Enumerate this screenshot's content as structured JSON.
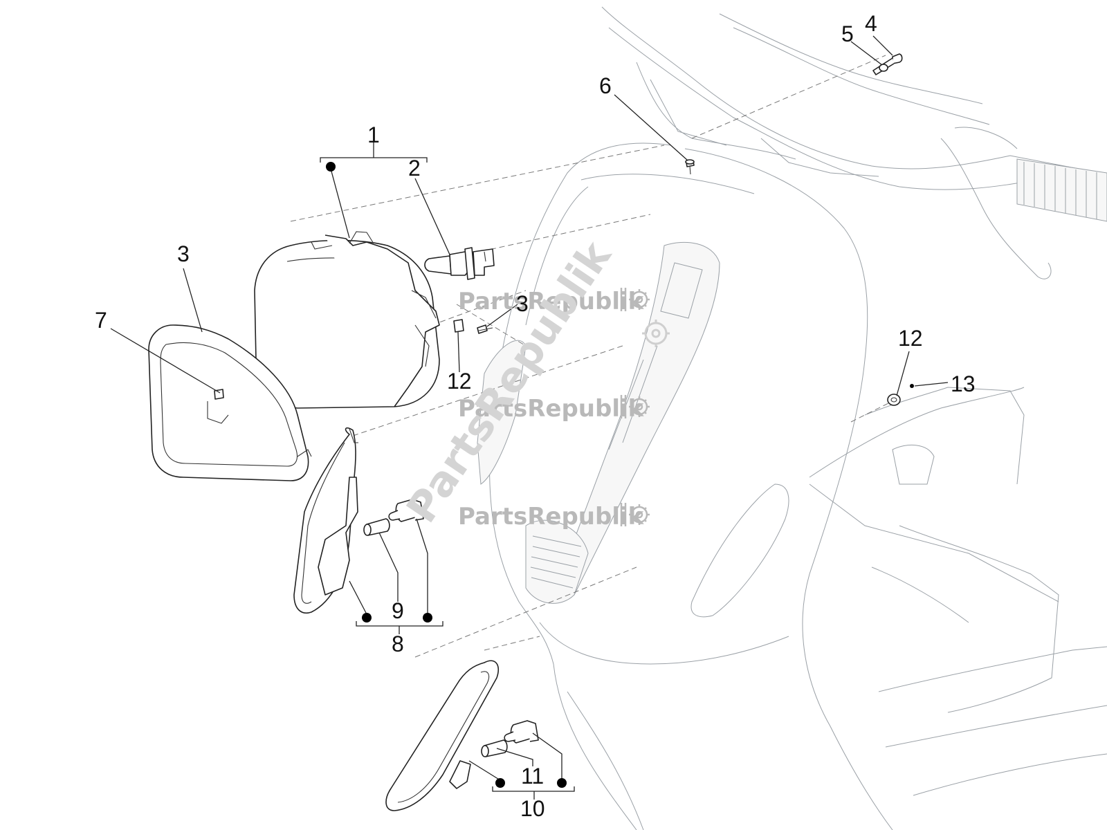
{
  "watermarks": {
    "small_text": "PartsRepublik",
    "large_text": "PartsRepublik",
    "icon": "gear-icon"
  },
  "callouts": {
    "n1": "1",
    "n2": "2",
    "n3": "3",
    "n3b": "3",
    "n4": "4",
    "n5": "5",
    "n6": "6",
    "n7": "7",
    "n8": "8",
    "n9": "9",
    "n10": "10",
    "n11": "11",
    "n12a": "12",
    "n12b": "12",
    "n13": "13"
  }
}
